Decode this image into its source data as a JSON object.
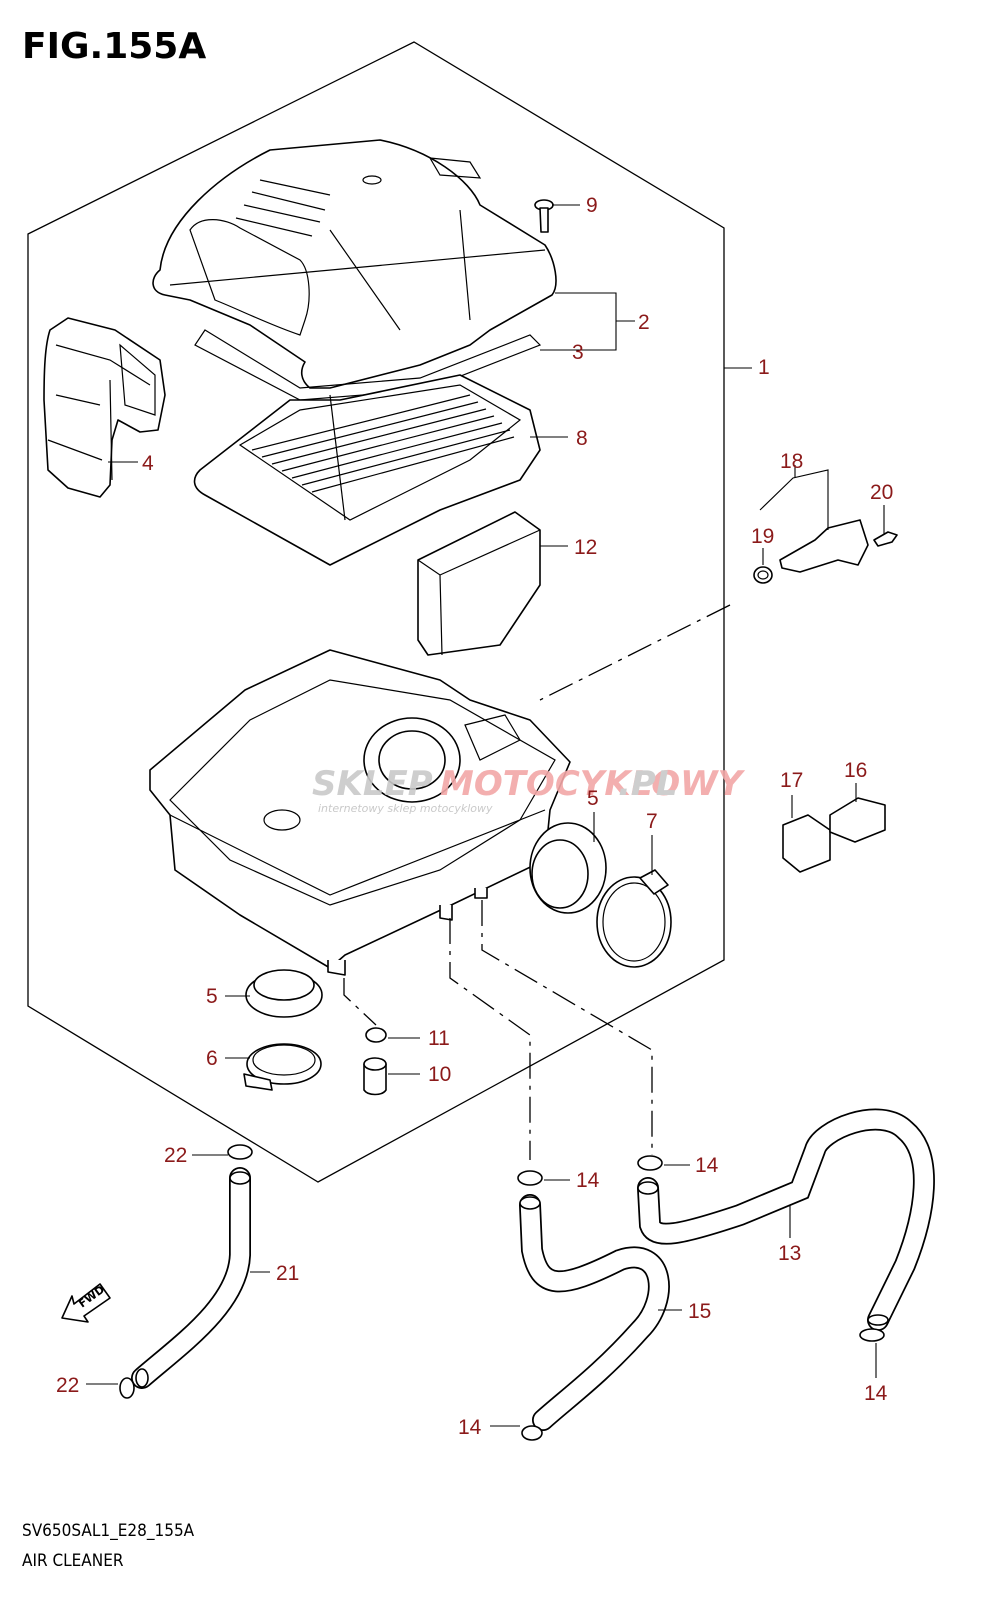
{
  "figure": {
    "title": "FIG.155A",
    "code": "SV650SAL1_E28_155A",
    "caption": "AIR CLEANER"
  },
  "watermark": {
    "brand_a": "SKLEP",
    "brand_b": "MOTOCYKLOWY",
    "tld": ".PL",
    "tagline": "internetowy sklep motocyklowy"
  },
  "direction_marker": "FWD",
  "callouts": [
    {
      "id": "c1",
      "text": "1"
    },
    {
      "id": "c2",
      "text": "2"
    },
    {
      "id": "c3",
      "text": "3"
    },
    {
      "id": "c4",
      "text": "4"
    },
    {
      "id": "c5a",
      "text": "5"
    },
    {
      "id": "c5b",
      "text": "5"
    },
    {
      "id": "c6",
      "text": "6"
    },
    {
      "id": "c7",
      "text": "7"
    },
    {
      "id": "c8",
      "text": "8"
    },
    {
      "id": "c9",
      "text": "9"
    },
    {
      "id": "c10",
      "text": "10"
    },
    {
      "id": "c11",
      "text": "11"
    },
    {
      "id": "c12",
      "text": "12"
    },
    {
      "id": "c13",
      "text": "13"
    },
    {
      "id": "c14a",
      "text": "14"
    },
    {
      "id": "c14b",
      "text": "14"
    },
    {
      "id": "c14c",
      "text": "14"
    },
    {
      "id": "c14d",
      "text": "14"
    },
    {
      "id": "c15",
      "text": "15"
    },
    {
      "id": "c16",
      "text": "16"
    },
    {
      "id": "c17",
      "text": "17"
    },
    {
      "id": "c18",
      "text": "18"
    },
    {
      "id": "c19",
      "text": "19"
    },
    {
      "id": "c20",
      "text": "20"
    },
    {
      "id": "c21",
      "text": "21"
    },
    {
      "id": "c22a",
      "text": "22"
    },
    {
      "id": "c22b",
      "text": "22"
    }
  ],
  "colors": {
    "callout_text": "#8b1a1a",
    "line_art": "#000000",
    "background": "#ffffff"
  }
}
